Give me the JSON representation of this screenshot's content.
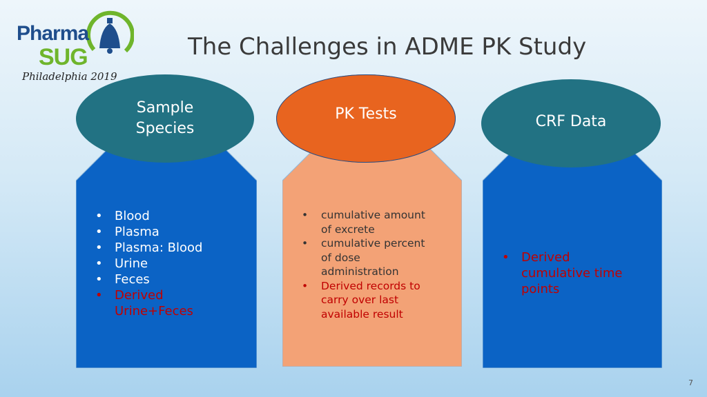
{
  "logo": {
    "line1": "Pharma",
    "line2": "SUG",
    "city": "Philadelphia 2019"
  },
  "title": "The Challenges in ADME PK Study",
  "colors": {
    "teal": "#227283",
    "blue": "#0b63c5",
    "orange": "#e8641f",
    "salmon": "#f3a276",
    "red_text": "#c00000"
  },
  "columns": [
    {
      "header": "Sample Species",
      "items": [
        {
          "text": "Blood",
          "highlight": false
        },
        {
          "text": "Plasma",
          "highlight": false
        },
        {
          "text": "Plasma: Blood",
          "highlight": false
        },
        {
          "text": "Urine",
          "highlight": false
        },
        {
          "text": "Feces",
          "highlight": false
        },
        {
          "text": "Derived Urine+Feces",
          "highlight": true
        }
      ]
    },
    {
      "header": "PK Tests",
      "items": [
        {
          "text": "cumulative amount of excrete",
          "highlight": false
        },
        {
          "text": "cumulative percent of dose administration",
          "highlight": false
        },
        {
          "text": "Derived records to carry over last available result",
          "highlight": true
        }
      ]
    },
    {
      "header": "CRF Data",
      "items": [
        {
          "text": "Derived cumulative time points",
          "highlight": true
        }
      ]
    }
  ],
  "page_number": "7"
}
